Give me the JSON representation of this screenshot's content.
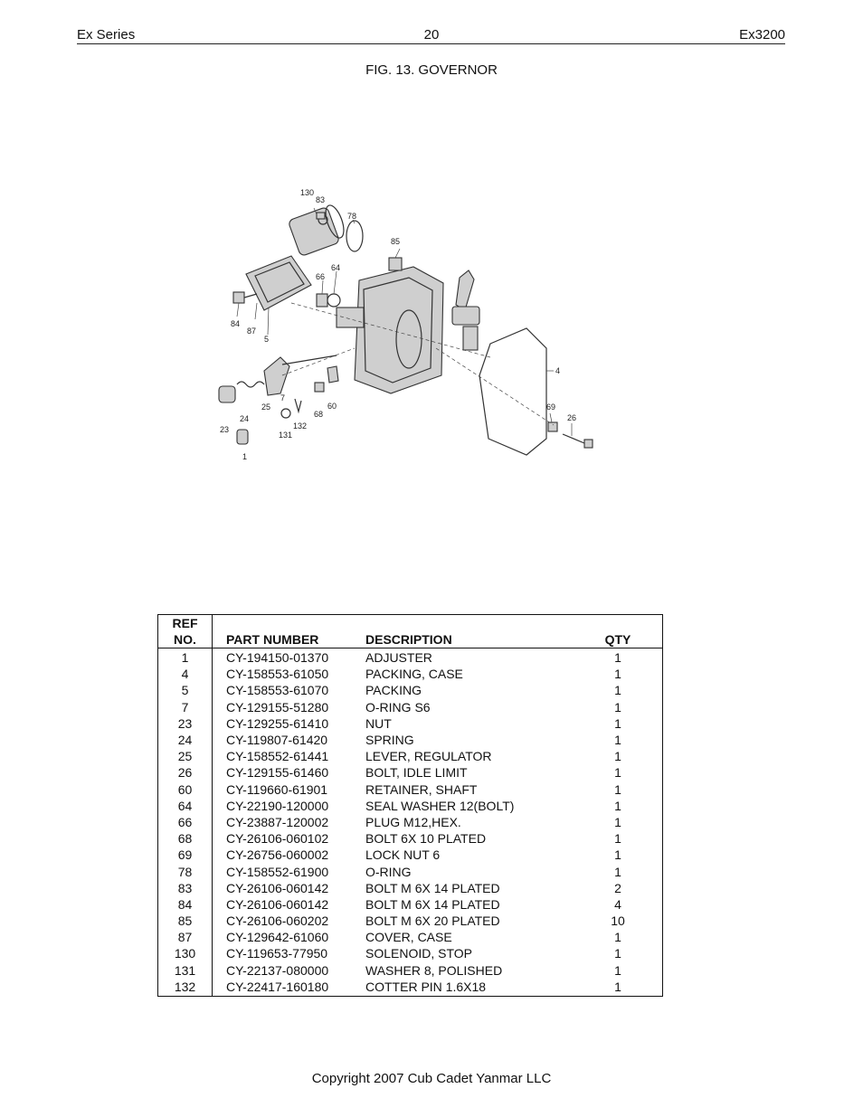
{
  "header": {
    "left": "Ex Series",
    "center": "20",
    "right": "Ex3200"
  },
  "figure": {
    "title": "FIG. 13. GOVERNOR",
    "callouts": [
      "130",
      "83",
      "78",
      "85",
      "64",
      "66",
      "87",
      "84",
      "5",
      "4",
      "69",
      "26",
      "23",
      "24",
      "25",
      "7",
      "1",
      "131",
      "132",
      "68",
      "60"
    ]
  },
  "table": {
    "headers": {
      "ref_line1": "REF",
      "ref_line2": "NO.",
      "part": "PART NUMBER",
      "desc": "DESCRIPTION",
      "qty": "QTY"
    },
    "rows": [
      {
        "ref": "1",
        "part": "CY-194150-01370",
        "desc": "ADJUSTER",
        "qty": "1"
      },
      {
        "ref": "4",
        "part": "CY-158553-61050",
        "desc": "PACKING, CASE",
        "qty": "1"
      },
      {
        "ref": "5",
        "part": "CY-158553-61070",
        "desc": "PACKING",
        "qty": "1"
      },
      {
        "ref": "7",
        "part": "CY-129155-51280",
        "desc": "O-RING S6",
        "qty": "1"
      },
      {
        "ref": "23",
        "part": "CY-129255-61410",
        "desc": "NUT",
        "qty": "1"
      },
      {
        "ref": "24",
        "part": "CY-119807-61420",
        "desc": "SPRING",
        "qty": "1"
      },
      {
        "ref": "25",
        "part": "CY-158552-61441",
        "desc": "LEVER, REGULATOR",
        "qty": "1"
      },
      {
        "ref": "26",
        "part": "CY-129155-61460",
        "desc": "BOLT, IDLE LIMIT",
        "qty": "1"
      },
      {
        "ref": "60",
        "part": "CY-119660-61901",
        "desc": "RETAINER, SHAFT",
        "qty": "1"
      },
      {
        "ref": "64",
        "part": "CY-22190-120000",
        "desc": "SEAL WASHER 12(BOLT)",
        "qty": "1"
      },
      {
        "ref": "66",
        "part": "CY-23887-120002",
        "desc": "PLUG M12,HEX.",
        "qty": "1"
      },
      {
        "ref": "68",
        "part": "CY-26106-060102",
        "desc": "BOLT 6X 10 PLATED",
        "qty": "1"
      },
      {
        "ref": "69",
        "part": "CY-26756-060002",
        "desc": "LOCK NUT 6",
        "qty": "1"
      },
      {
        "ref": "78",
        "part": "CY-158552-61900",
        "desc": "O-RING",
        "qty": "1"
      },
      {
        "ref": "83",
        "part": "CY-26106-060142",
        "desc": "BOLT M 6X 14 PLATED",
        "qty": "2"
      },
      {
        "ref": "84",
        "part": "CY-26106-060142",
        "desc": "BOLT M 6X 14 PLATED",
        "qty": "4"
      },
      {
        "ref": "85",
        "part": "CY-26106-060202",
        "desc": "BOLT M 6X 20 PLATED",
        "qty": "10"
      },
      {
        "ref": "87",
        "part": "CY-129642-61060",
        "desc": "COVER, CASE",
        "qty": "1"
      },
      {
        "ref": "130",
        "part": "CY-119653-77950",
        "desc": "SOLENOID, STOP",
        "qty": "1"
      },
      {
        "ref": "131",
        "part": "CY-22137-080000",
        "desc": "WASHER 8, POLISHED",
        "qty": "1"
      },
      {
        "ref": "132",
        "part": "CY-22417-160180",
        "desc": "COTTER PIN 1.6X18",
        "qty": "1"
      }
    ]
  },
  "footer": {
    "copyright": "Copyright 2007 Cub Cadet Yanmar LLC"
  }
}
